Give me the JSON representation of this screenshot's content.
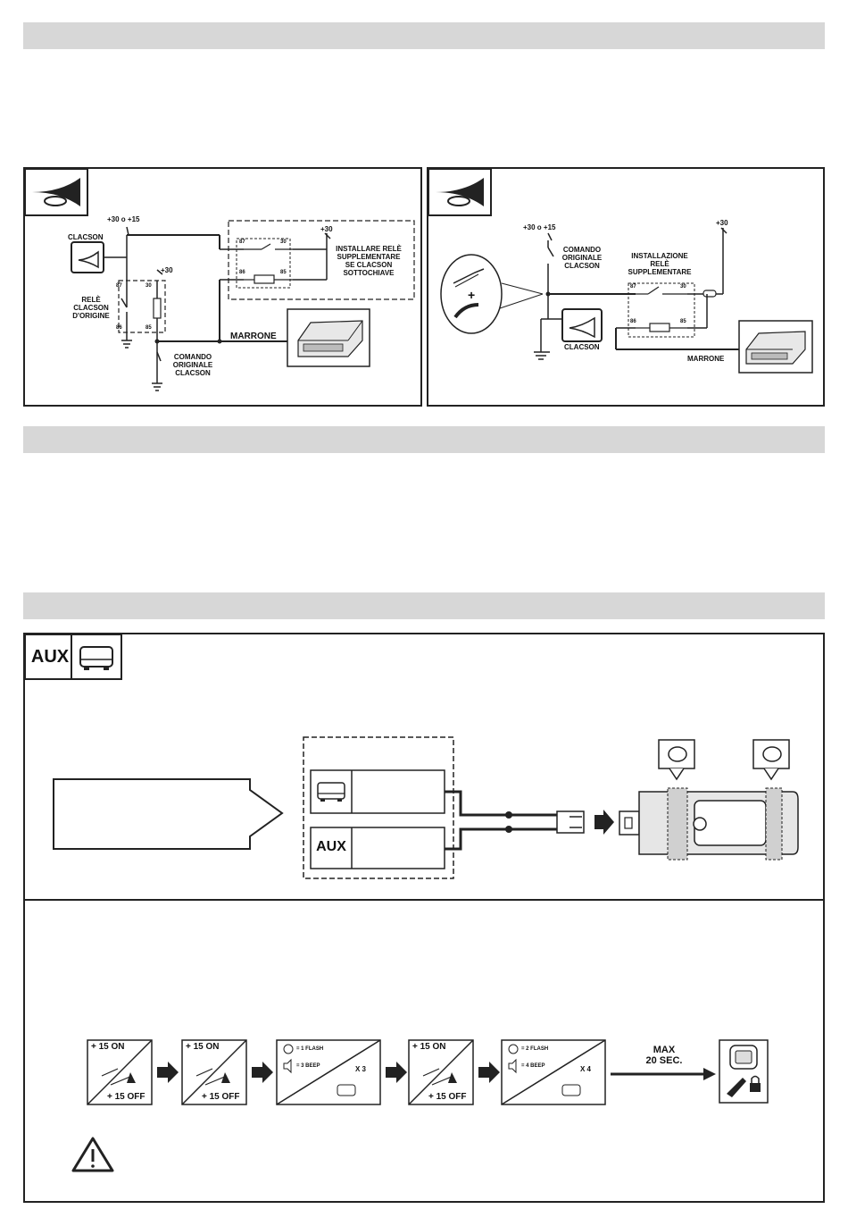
{
  "horn_left": {
    "supply": "+30 o +15",
    "horn": "CLACSON",
    "relay_supply": "+30",
    "orig_relay": "RELÈ\nCLACSON\nD'ORIGINE",
    "pins": {
      "p87a": "87",
      "p30a": "30",
      "p86a": "86",
      "p85a": "85",
      "p87b": "87",
      "p30b": "30",
      "p86b": "86",
      "p85b": "85"
    },
    "extra_supply": "+30",
    "install_note": "INSTALLARE RELÈ\nSUPPLEMENTARE\nSE CLACSON\nSOTTOCHIAVE",
    "wire": "MARRONE",
    "command": "COMANDO\nORIGINALE\nCLACSON"
  },
  "horn_right": {
    "supply": "+30 o +15",
    "command": "COMANDO\nORIGINALE\nCLACSON",
    "relay_title": "INSTALLAZIONE\nRELÈ\nSUPPLEMENTARE",
    "extra_supply": "+30",
    "plus": "+",
    "pins": {
      "p87": "87",
      "p30": "30",
      "p86": "86",
      "p85": "85"
    },
    "horn": "CLACSON",
    "wire": "MARRONE"
  },
  "aux": {
    "badge": "AUX",
    "select_aux": "AUX"
  },
  "procedure": {
    "on1": "+ 15 ON",
    "off1": "+ 15 OFF",
    "on2": "+ 15 ON",
    "off2": "+ 15 OFF",
    "flash1": "= 1 FLASH",
    "beep1": "= 3 BEEP",
    "times1": "X 3",
    "on3": "+ 15 ON",
    "off3": "+ 15 OFF",
    "flash2": "= 2 FLASH",
    "beep2": "= 4 BEEP",
    "times2": "X 4",
    "max": "MAX\n20 SEC."
  },
  "colors": {
    "bar": "#d7d7d7",
    "line": "#222222"
  }
}
